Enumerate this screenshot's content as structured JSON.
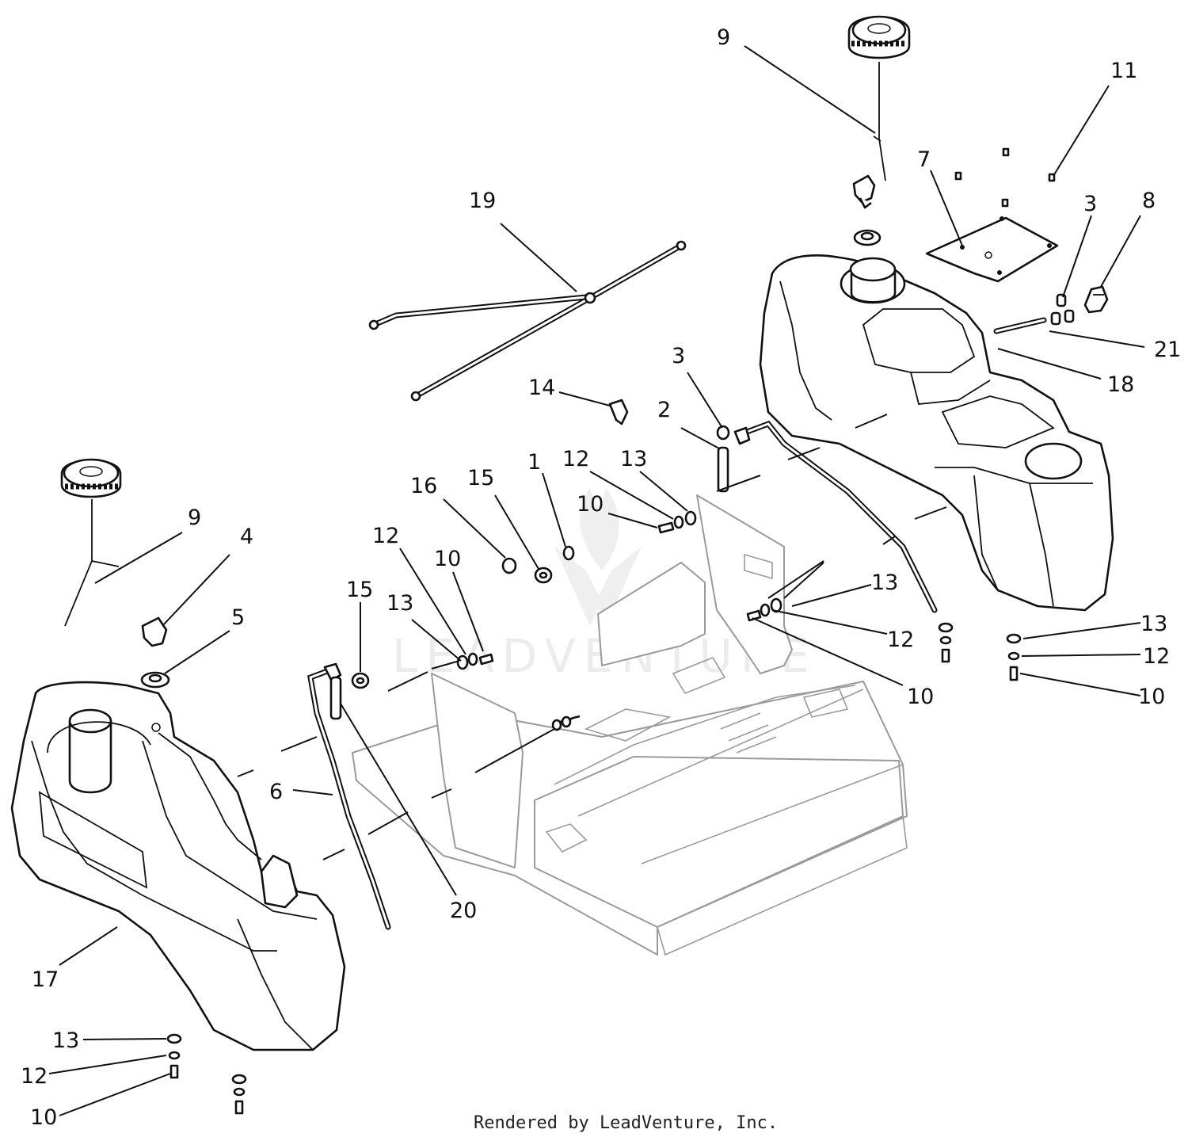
{
  "callouts": [
    {
      "id": "c-9-top",
      "label": "9"
    },
    {
      "id": "c-11",
      "label": "11"
    },
    {
      "id": "c-7",
      "label": "7"
    },
    {
      "id": "c-3-right",
      "label": "3"
    },
    {
      "id": "c-8",
      "label": "8"
    },
    {
      "id": "c-19",
      "label": "19"
    },
    {
      "id": "c-21",
      "label": "21"
    },
    {
      "id": "c-18",
      "label": "18"
    },
    {
      "id": "c-3-mid",
      "label": "3"
    },
    {
      "id": "c-14",
      "label": "14"
    },
    {
      "id": "c-2",
      "label": "2"
    },
    {
      "id": "c-12-mid",
      "label": "12"
    },
    {
      "id": "c-13-mid",
      "label": "13"
    },
    {
      "id": "c-1",
      "label": "1"
    },
    {
      "id": "c-16",
      "label": "16"
    },
    {
      "id": "c-15-mid",
      "label": "15"
    },
    {
      "id": "c-10-mid",
      "label": "10"
    },
    {
      "id": "c-9-left",
      "label": "9"
    },
    {
      "id": "c-4",
      "label": "4"
    },
    {
      "id": "c-12-left",
      "label": "12"
    },
    {
      "id": "c-10-left",
      "label": "10"
    },
    {
      "id": "c-15-left",
      "label": "15"
    },
    {
      "id": "c-13-left",
      "label": "13"
    },
    {
      "id": "c-5",
      "label": "5"
    },
    {
      "id": "c-13-frame",
      "label": "13"
    },
    {
      "id": "c-12-frame",
      "label": "12"
    },
    {
      "id": "c-10-frame",
      "label": "10"
    },
    {
      "id": "c-13-right",
      "label": "13"
    },
    {
      "id": "c-12-right",
      "label": "12"
    },
    {
      "id": "c-10-right",
      "label": "10"
    },
    {
      "id": "c-6",
      "label": "6"
    },
    {
      "id": "c-20",
      "label": "20"
    },
    {
      "id": "c-17",
      "label": "17"
    },
    {
      "id": "c-13-bottom",
      "label": "13"
    },
    {
      "id": "c-12-bottom",
      "label": "12"
    },
    {
      "id": "c-10-bottom",
      "label": "10"
    }
  ],
  "footer": "Rendered by LeadVenture, Inc.",
  "watermark": "LEADVENTURE"
}
